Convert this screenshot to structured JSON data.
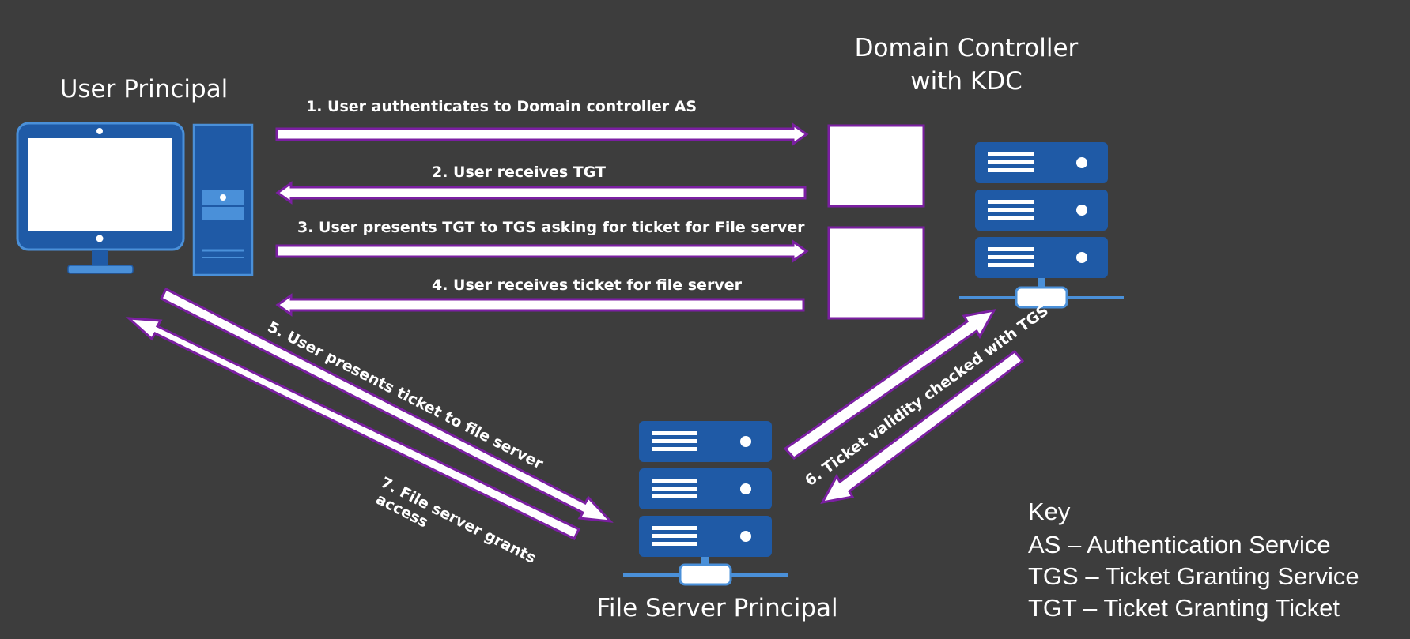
{
  "nodes": {
    "user": {
      "label": "User Principal"
    },
    "dc": {
      "label_line1": "Domain Controller",
      "label_line2": "with KDC"
    },
    "file_server": {
      "label": "File Server Principal"
    }
  },
  "steps": [
    {
      "text": "1. User authenticates to Domain controller AS"
    },
    {
      "text": "2. User receives TGT"
    },
    {
      "text": "3. User presents TGT to TGS asking for ticket for File server"
    },
    {
      "text": "4. User receives ticket for file server"
    },
    {
      "text": "5. User presents ticket to file server"
    },
    {
      "text": "6. Ticket validity checked with TGS"
    },
    {
      "text_line1": "7. File server grants",
      "text_line2": "access"
    }
  ],
  "key": {
    "title": "Key",
    "entries": [
      "AS – Authentication Service",
      "TGS – Ticket Granting Service",
      "TGT – Ticket Granting Ticket"
    ]
  },
  "colors": {
    "background": "#3d3d3d",
    "arrow_fill": "#ffffff",
    "arrow_outline": "#7b1fa2",
    "server_blue": "#1f5aa6",
    "light_blue": "#4a90d9",
    "text": "#ffffff"
  }
}
